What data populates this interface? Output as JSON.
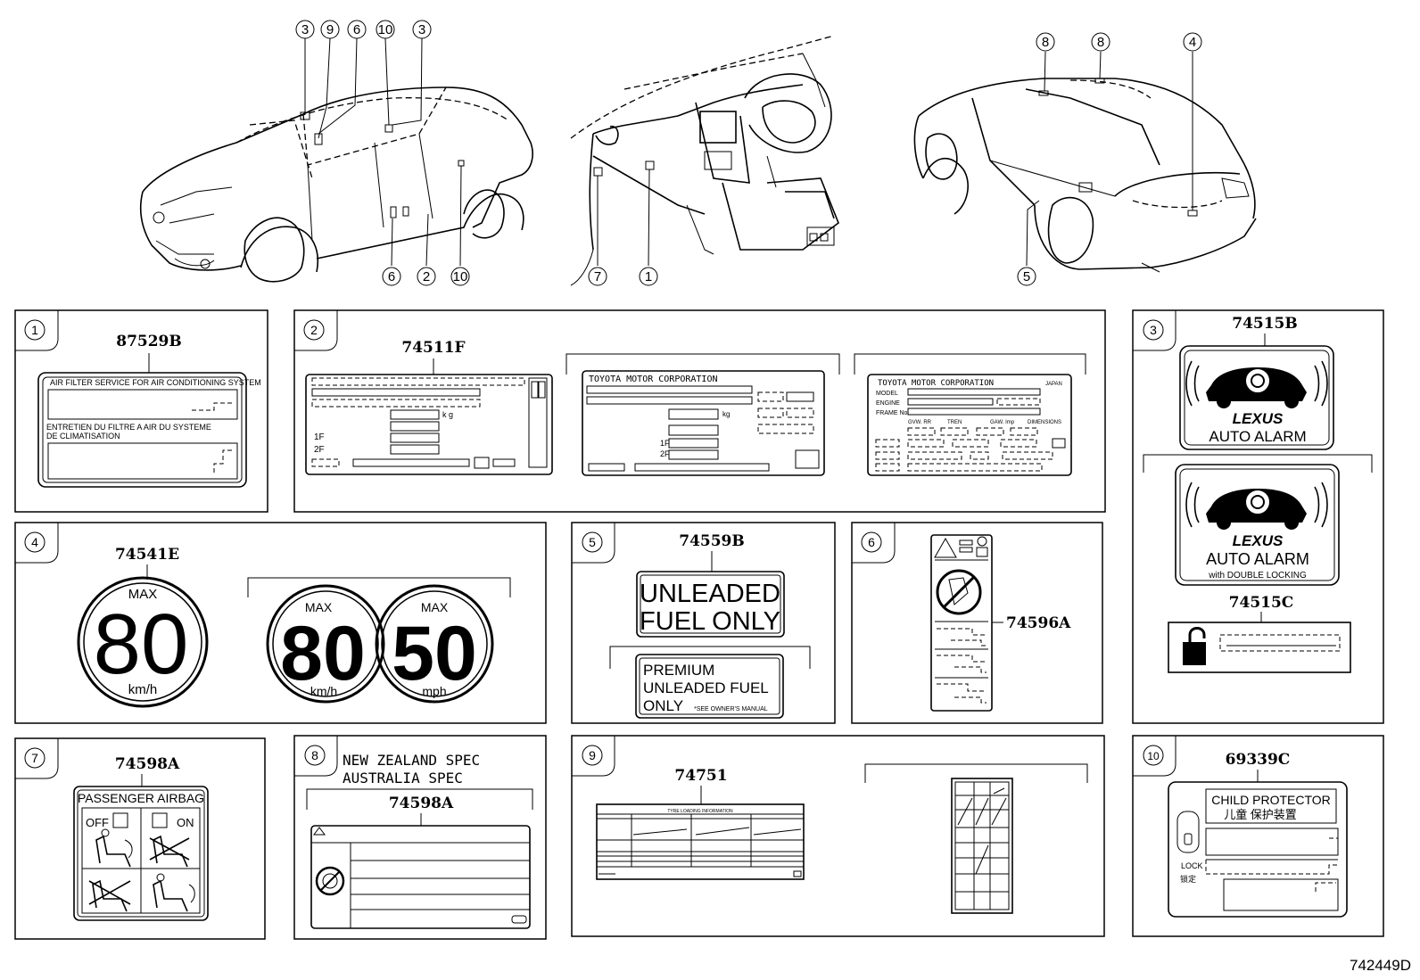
{
  "callout_labels": {
    "car_front": [
      "3",
      "9",
      "6",
      "10",
      "3",
      "6",
      "2",
      "10"
    ],
    "dash": [
      "7",
      "1"
    ],
    "car_rear": [
      "8",
      "8",
      "4",
      "5"
    ]
  },
  "panels": {
    "p1": {
      "num": "1",
      "part": "87529B",
      "text_top": "AIR FILTER SERVICE FOR AIR CONDITIONING SYSTEM",
      "text_fr1": "ENTRETIEN DU FILTRE A AIR DU SYSTEME",
      "text_fr2": "DE CLIMATISATION"
    },
    "p2": {
      "num": "2",
      "part": "74511F",
      "label_kg": "k g",
      "label_1f": "1F",
      "label_2f": "2F",
      "tmc": "TOYOTA MOTOR CORPORATION",
      "kg": "kg",
      "label_1f_b": "1F",
      "label_2f_b": "2F",
      "tmc2": "TOYOTA MOTOR CORPORATION",
      "japan": "JAPAN",
      "model": "MODEL",
      "engine": "ENGINE",
      "frame": "FRAME No.",
      "col_hdr1": "GVW. RR",
      "col_hdr2": "TREN",
      "col_hdr3": "GAW. Imp",
      "col_hdr4": "DIMENSIONS"
    },
    "p3": {
      "num": "3",
      "part_top": "74515B",
      "brand": "LEXUS",
      "alarm": "AUTO ALARM",
      "brand2": "LEXUS",
      "alarm2": "AUTO ALARM",
      "double": "with DOUBLE LOCKING",
      "part_bottom": "74515C"
    },
    "p4": {
      "num": "4",
      "part": "74541E",
      "max": "MAX",
      "v80": "80",
      "kmh": "km/h",
      "max2": "MAX",
      "v80b": "80",
      "kmh2": "km/h",
      "max3": "MAX",
      "v50": "50",
      "mph": "mph"
    },
    "p5": {
      "num": "5",
      "part": "74559B",
      "unleaded1": "UNLEADED",
      "fuel_only": "FUEL ONLY",
      "premium": "PREMIUM",
      "unleaded_fuel": "UNLEADED FUEL",
      "only": "ONLY",
      "see_manual": "*SEE OWNER'S MANUAL"
    },
    "p6": {
      "num": "6",
      "part": "74596A"
    },
    "p7": {
      "num": "7",
      "part": "74598A",
      "title": "PASSENGER AIRBAG",
      "off": "OFF",
      "on": "ON"
    },
    "p8": {
      "num": "8",
      "spec1": "NEW ZEALAND SPEC",
      "spec2": "AUSTRALIA SPEC",
      "part": "74598A"
    },
    "p9": {
      "num": "9",
      "part": "74751",
      "tyre_header": "TYRE LOADING INFORMATION"
    },
    "p10": {
      "num": "10",
      "part": "69339C",
      "title": "CHILD PROTECTOR",
      "title_cn": "儿童 保护装置",
      "lock": "LOCK",
      "lock_cn": "锁定"
    }
  },
  "diagram_id": "742449D"
}
